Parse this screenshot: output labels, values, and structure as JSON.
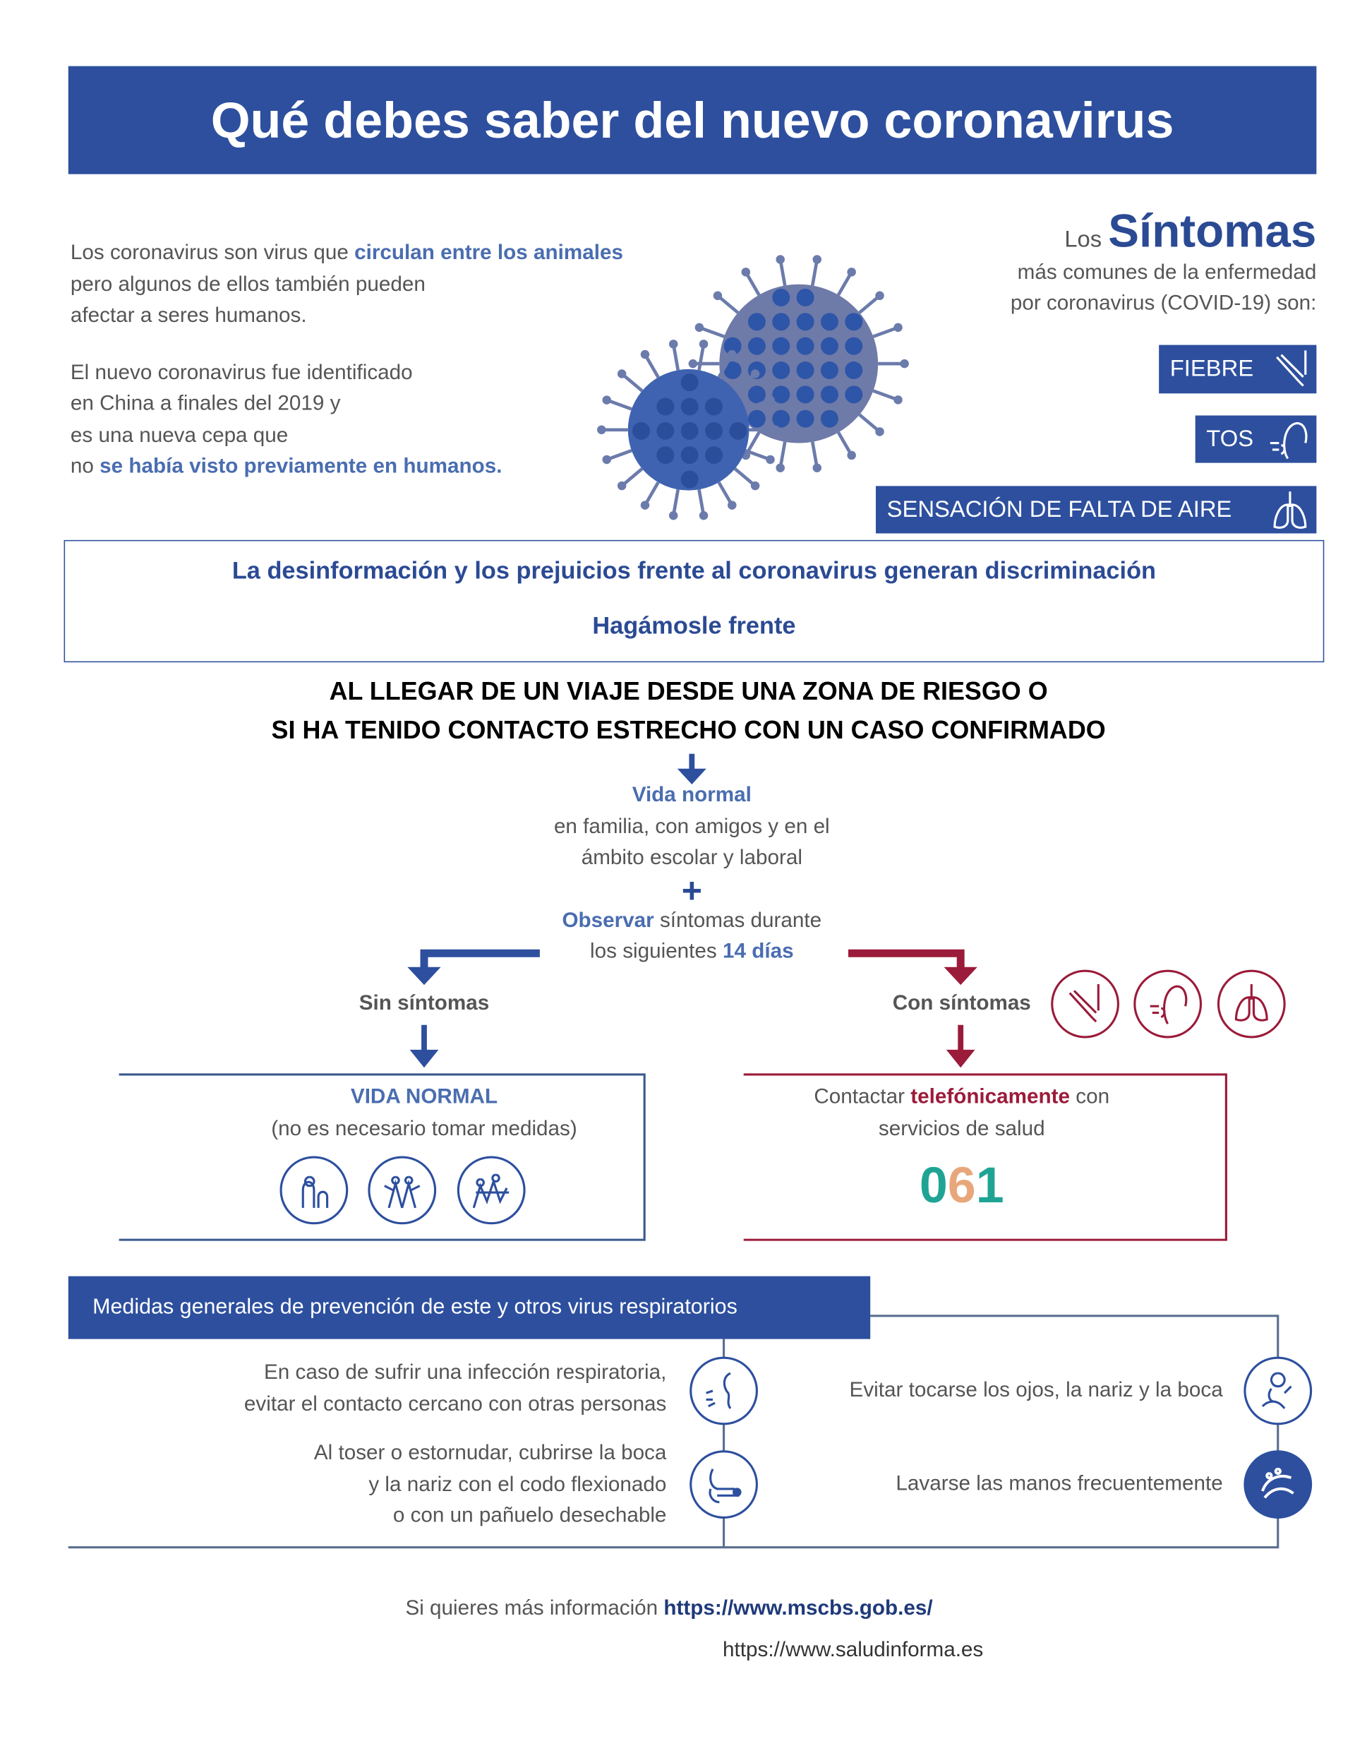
{
  "title": "Qué debes saber del nuevo coronavirus",
  "intro": {
    "p1_a": "Los coronavirus son virus que ",
    "p1_b": "circulan entre los animales",
    "p1_l2": "pero algunos de ellos también pueden",
    "p1_l3": "afectar a seres humanos.",
    "p2_l1": "El nuevo coronavirus fue identificado",
    "p2_l2": "en China a finales del 2019 y",
    "p2_l3": "es una nueva cepa que",
    "p2_l4a": "no ",
    "p2_l4b": "se había visto previamente en humanos."
  },
  "symptoms": {
    "los": "Los ",
    "heading": "Síntomas",
    "l2": "más comunes de la enfermedad",
    "l3": "por coronavirus (COVID-19) son:",
    "items": [
      "FIEBRE",
      "TOS",
      "SENSACIÓN DE FALTA DE AIRE"
    ]
  },
  "notice": {
    "line1": "La desinformación y los prejuicios frente al coronavirus generan discriminación",
    "line2": "Hagámosle frente"
  },
  "flow": {
    "heading1": "AL LLEGAR DE UN VIAJE DESDE UNA ZONA DE RIESGO O",
    "heading2": "SI HA TENIDO CONTACTO ESTRECHO CON UN CASO CONFIRMADO",
    "vida_normal": "Vida normal",
    "vida_l2": "en familia, con amigos y en el",
    "vida_l3": "ámbito escolar y laboral",
    "plus": "+",
    "obs_a": "Observar",
    "obs_b": " síntomas durante",
    "obs_l2a": "los siguientes ",
    "obs_l2b": "14 días",
    "sin": "Sin síntomas",
    "con": "Con síntomas",
    "left_title": "VIDA NORMAL",
    "left_sub": "(no es necesario tomar medidas)",
    "right_a": "Contactar ",
    "right_b": "telefónicamente",
    "right_c": " con",
    "right_l2": "servicios de salud",
    "phone": [
      "0",
      "6",
      "1"
    ]
  },
  "prevention": {
    "title": "Medidas generales de prevención de este y otros virus respiratorios",
    "a1": "En caso de sufrir una infección respiratoria,",
    "a2": "evitar el contacto cercano con otras personas",
    "b1": "Al toser o estornudar, cubrirse la boca",
    "b2": "y la nariz con el codo flexionado",
    "b3": "o con un pañuelo desechable",
    "c": "Evitar tocarse los ojos, la nariz y la boca",
    "d": "Lavarse las manos frecuentemente"
  },
  "footer": {
    "text": "Si quieres más información ",
    "link1": "https://www.mscbs.gob.es/",
    "link2": "https://www.saludinforma.es"
  },
  "colors": {
    "blue": "#2d4f9e",
    "red": "#9b1b3a",
    "teal": "#1fa494",
    "orange": "#e8a77a"
  }
}
